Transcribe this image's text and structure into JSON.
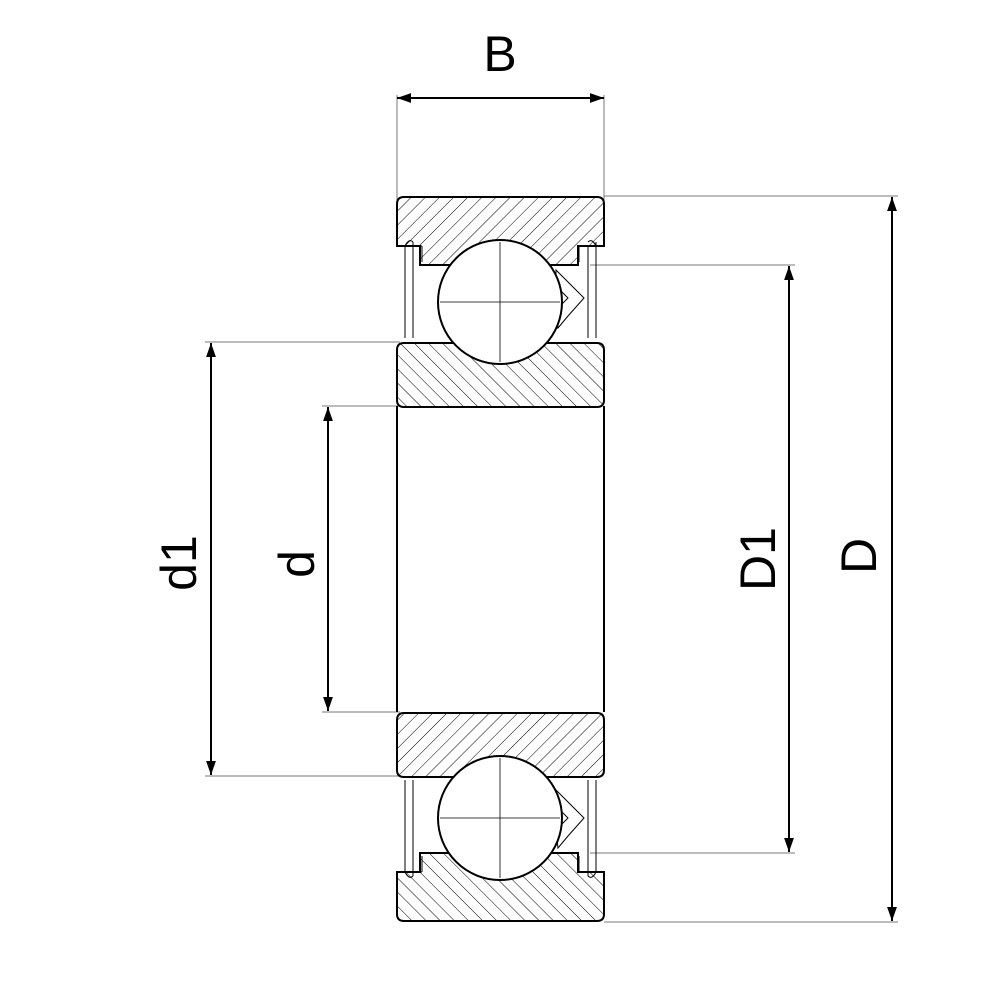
{
  "labels": {
    "width": "B",
    "outer_diameter": "D",
    "outer_ring_shoulder": "D1",
    "bore": "d",
    "inner_ring_shoulder": "d1"
  },
  "colors": {
    "line": "#000000",
    "extension_line": "#7a7a7a",
    "background": "#ffffff"
  }
}
